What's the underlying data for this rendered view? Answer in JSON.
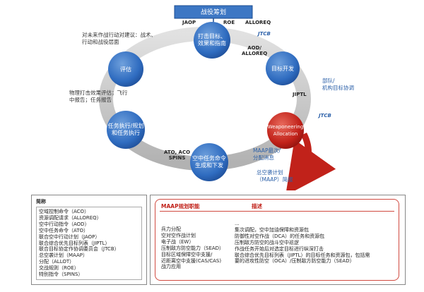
{
  "title_box": "战役筹划",
  "nodes": {
    "top": "打击目标、效果和指南",
    "right": "目标开发",
    "bottom_right": "Weaponeering Allocation",
    "bottom": "空中任务命令生成和下发",
    "left": "任务执行/规划和任务执行",
    "left_top": "评估"
  },
  "labels": {
    "jaop": "JAOP",
    "roe": "ROE",
    "alloreq": "ALLOREQ",
    "jtcb_top": "JTCB",
    "jtcb_right": "JTCB",
    "aod_alloreq": "AOD/\nALLOREQ",
    "jiptl": "JIPTL",
    "ato_aco_spins": "ATO, ACO\nSPINS",
    "advice": "对未来作战行动对建议：战术、\n行动和战役层面",
    "assessment": "物理打击效果评估；飞行\n中报告；任务报告",
    "component": "部队/\n机构目标协调",
    "maap_release": "MAAP最次/\n分配消息",
    "maap_brief": "总空袭计划\n（MAAP）简报"
  },
  "abbr_panel": {
    "heading": "简称",
    "items": [
      "空域控制命令（ACO）",
      "资源调配请求（ALLOREQ）",
      "空中行动指令（AOD）",
      "空中任务命令（ATO）",
      "联合空中行动计划（JAOP）",
      "联合综合优先目标列表（JIPTL）",
      "联合目标协定作协调委员会（JTCB）",
      "总空袭计划（MAAP）",
      "分配（ALLOT）",
      "交战规则（ROE）",
      "特别指令（SPINS）"
    ]
  },
  "maap_panel": {
    "col1_heading": "MAAP规划职能",
    "col2_heading": "描述",
    "functions": [
      "兵力分配",
      "空对空作战计划",
      "电子战（EW）",
      "压制敌方防空能力（SEAD）",
      "目标区域保障空中支援/",
      "近距离空中支援(CAS/CAS)",
      "战力应用"
    ],
    "descriptions": [
      "...",
      "集次调配，空中加油保障和资源包",
      "防御性对空作战（DCA）的任务和资源包",
      "压制敌方防空的战斗空中巡逻",
      "作战任务开始后对选定目标进行纵深打击",
      "联合综合优先目标列表（JIPTL）的目标任务和资源包，包括需",
      "要的进攻性防空（OCA）/压制敌方防空能力（SEAD）"
    ]
  }
}
